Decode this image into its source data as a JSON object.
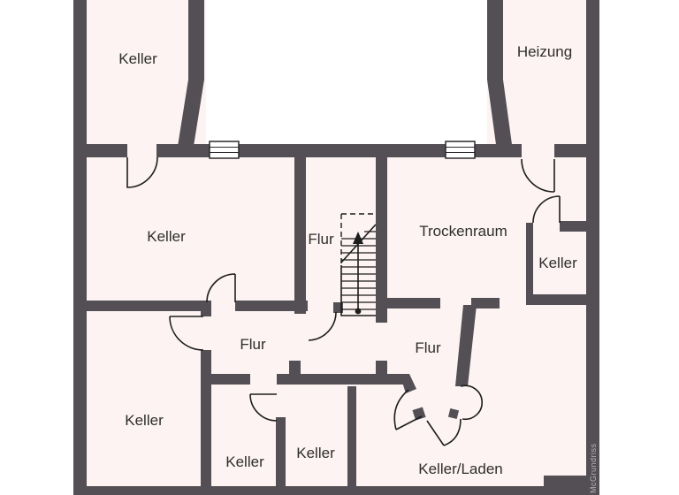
{
  "plan": {
    "rooms": {
      "keller_top_left": "Keller",
      "heizung": "Heizung",
      "keller_mid_left": "Keller",
      "flur_mid": "Flur",
      "trockenraum": "Trockenraum",
      "keller_right": "Keller",
      "keller_lower_left": "Keller",
      "flur_lower_left": "Flur",
      "flur_lower_right": "Flur",
      "keller_bottom_1": "Keller",
      "keller_bottom_2": "Keller",
      "keller_laden": "Keller/Laden"
    },
    "watermark": "McGrundriss"
  },
  "colors": {
    "wall": "#534f54",
    "floor": "#fcf3f2",
    "outside": "#ffffff",
    "line": "#1d1d1d",
    "label": "#2e2e2e",
    "watermark_text": "#b5b3b7"
  }
}
